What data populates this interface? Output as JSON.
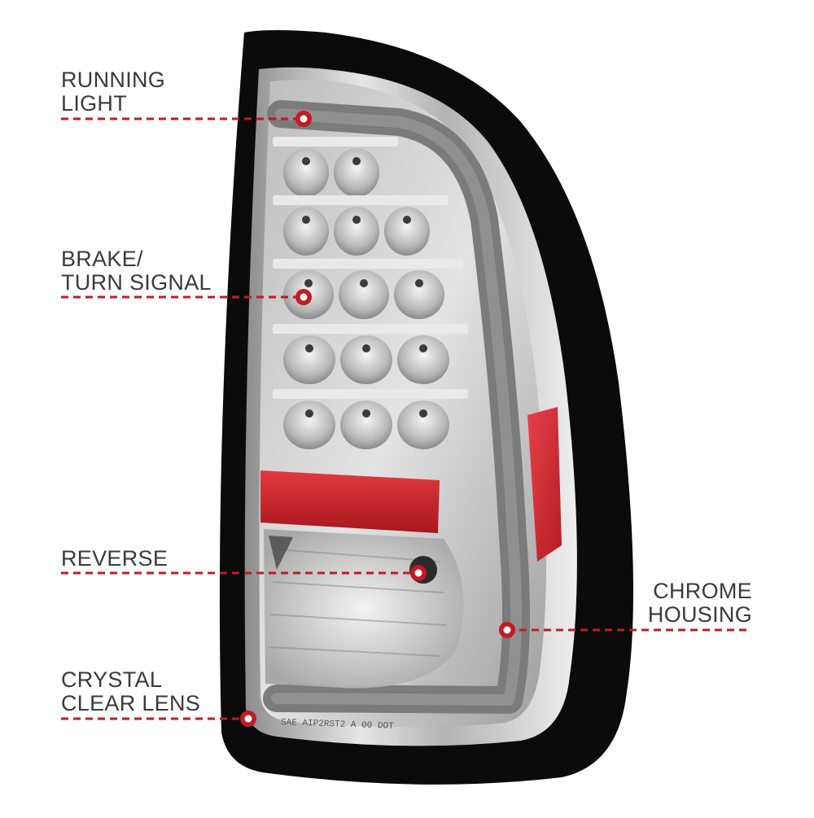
{
  "colors": {
    "leader_line": "#c41a22",
    "label_text": "#3a3a3a",
    "housing_black": "#0a0a0a",
    "chrome": "#c9c9c9",
    "amber_reflector": "#d8303a",
    "red_bar": "#c8242c"
  },
  "callouts": [
    {
      "id": "running-light",
      "lines": [
        "RUNNING",
        "LIGHT"
      ]
    },
    {
      "id": "brake-turn-signal",
      "lines": [
        "BRAKE/",
        "TURN SIGNAL"
      ]
    },
    {
      "id": "reverse",
      "lines": [
        "REVERSE"
      ]
    },
    {
      "id": "crystal-clear-lens",
      "lines": [
        "CRYSTAL",
        "CLEAR LENS"
      ]
    },
    {
      "id": "chrome-housing",
      "lines": [
        "CHROME",
        "HOUSING"
      ]
    }
  ],
  "lens_marking": "SAE AIP2RST2 A 00 DOT"
}
